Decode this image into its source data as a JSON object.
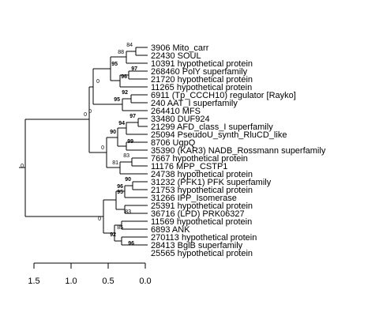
{
  "tree": {
    "leaves": [
      "3906 Mito_carr",
      "22430 SOUL",
      "10391 hypothetical protein",
      "268460 PolY superfamily",
      "21720 hypothetical protein",
      "11265 hypothetical protein",
      "6911 (Tp_CCCH10) regulator [Rayko]",
      "240 AAT_I superfamily",
      "264410 MFS",
      "33480 DUF924",
      "21299 AFD_class_I superfamily",
      "25094 PseudoU_synth_RluCD_like",
      "8706 UgpQ",
      "35390 (KAR3) NADB_Rossmann superfamily",
      "7667 hypothetical protein",
      "11176 MPP_CSTP1",
      "24738 hypothetical protein",
      "31232 (PFK1) PFK superfamily",
      "21753 hypothetical protein",
      "31266 IPP_Isomerase",
      "25391 hypothetical protein",
      "36716 (LPD) PRK06327",
      "11569 hypothetical protein",
      "6893 ANK",
      "270113 hypothetical protein",
      "28413 BglB superfamily",
      "25565 hypothetical protein"
    ],
    "supports": [
      {
        "value": "84",
        "bold": false
      },
      {
        "value": "88",
        "bold": false
      },
      {
        "value": "95",
        "bold": true
      },
      {
        "value": "97",
        "bold": true
      },
      {
        "value": "96",
        "bold": true
      },
      {
        "value": "0",
        "bold": false
      },
      {
        "value": "92",
        "bold": true
      },
      {
        "value": "95",
        "bold": true
      },
      {
        "value": "0",
        "bold": false
      },
      {
        "value": "97",
        "bold": true
      },
      {
        "value": "94",
        "bold": true
      },
      {
        "value": "90",
        "bold": true
      },
      {
        "value": "99",
        "bold": true
      },
      {
        "value": "0",
        "bold": false
      },
      {
        "value": "83",
        "bold": false
      },
      {
        "value": "81",
        "bold": false
      },
      {
        "value": "0",
        "bold": false
      },
      {
        "value": "90",
        "bold": true
      },
      {
        "value": "96",
        "bold": true
      },
      {
        "value": "95",
        "bold": true
      },
      {
        "value": "83",
        "bold": false
      },
      {
        "value": "0",
        "bold": false
      },
      {
        "value": "85",
        "bold": false
      },
      {
        "value": "92",
        "bold": true
      },
      {
        "value": "96",
        "bold": true
      },
      {
        "value": "0",
        "bold": false
      }
    ]
  },
  "axis": {
    "ticks": [
      "1.5",
      "1.0",
      "0.5",
      "0.0"
    ]
  }
}
